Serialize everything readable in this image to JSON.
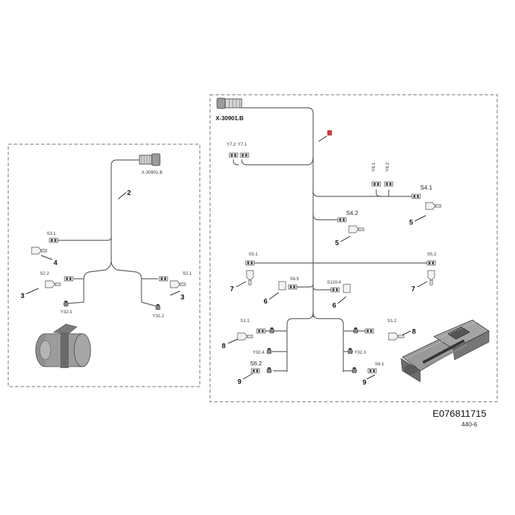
{
  "references": {
    "drawing_number": "E076811715",
    "page_code": "440-6"
  },
  "left_harness": {
    "connector_label": "X-30901.B",
    "callout_numbers": [
      "2",
      "4",
      "3",
      "3"
    ],
    "component_labels": [
      "S3.1",
      "S2.2",
      "S2.1",
      "Y32.1",
      "Y32.2"
    ]
  },
  "right_harness": {
    "connector_label": "X-30901.B",
    "callout_numbers": [
      "5",
      "5",
      "7",
      "7",
      "6",
      "6",
      "8",
      "8",
      "9",
      "9"
    ],
    "component_labels": [
      "Y7.2",
      "Y7.1",
      "Y8.1",
      "Y8.2",
      "S4.1",
      "S4.2",
      "S5.1",
      "S5.2",
      "S8.5",
      "S120.4",
      "S1.1",
      "S1.2",
      "Y32.4",
      "Y32.3",
      "S6.2",
      "S6.1"
    ]
  },
  "colors": {
    "wire": "#5a5a5a",
    "frame": "#6e6e6e",
    "marker": "#d23b3b"
  }
}
